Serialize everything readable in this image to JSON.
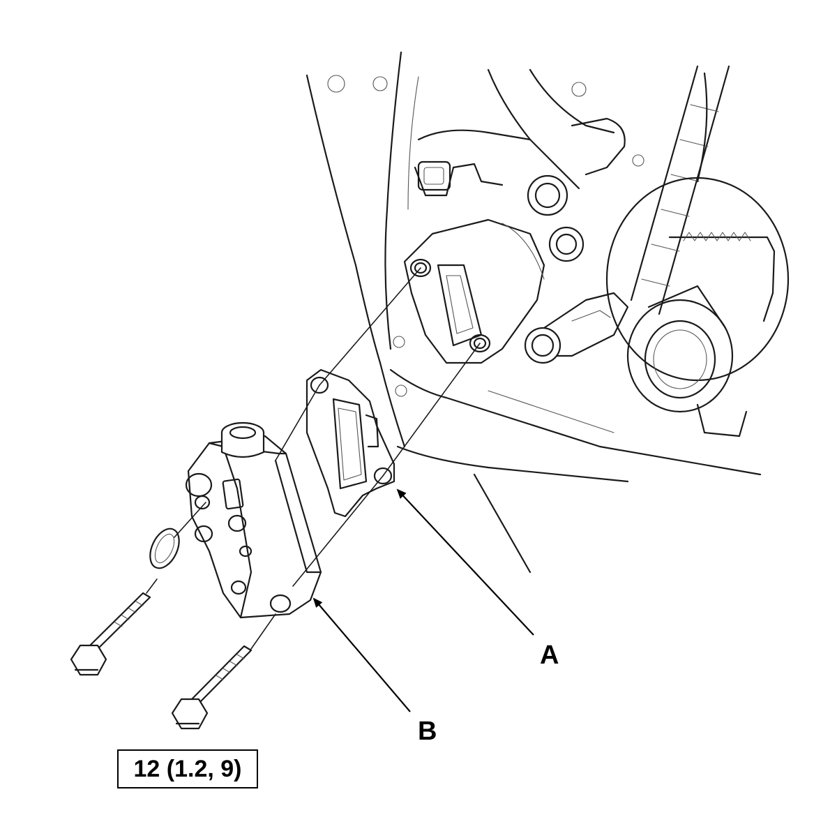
{
  "labels": {
    "callout_a": "A",
    "callout_b": "B"
  },
  "torque_spec": "12 (1.2, 9)",
  "colors": {
    "line": "#1a1a1a",
    "background": "#ffffff"
  }
}
